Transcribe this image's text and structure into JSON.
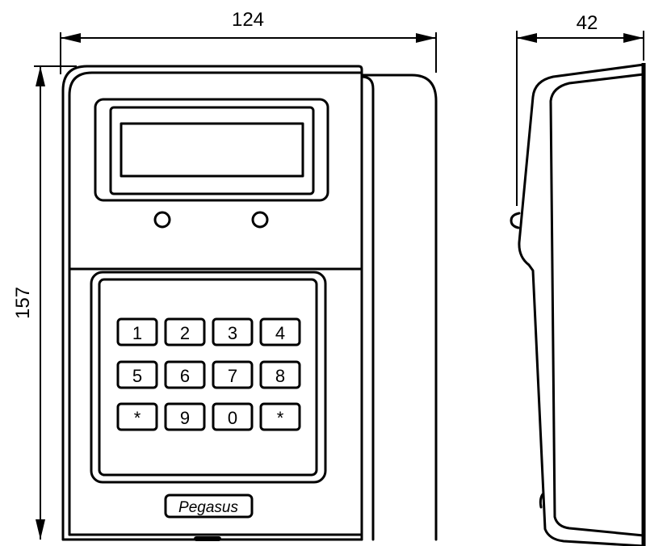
{
  "dimensions": {
    "width": "124",
    "depth": "42",
    "height": "157"
  },
  "keypad": {
    "keys": [
      "1",
      "2",
      "3",
      "4",
      "5",
      "6",
      "7",
      "8",
      "*",
      "9",
      "0",
      "*"
    ]
  },
  "logo": {
    "brand": "Pegasus"
  }
}
